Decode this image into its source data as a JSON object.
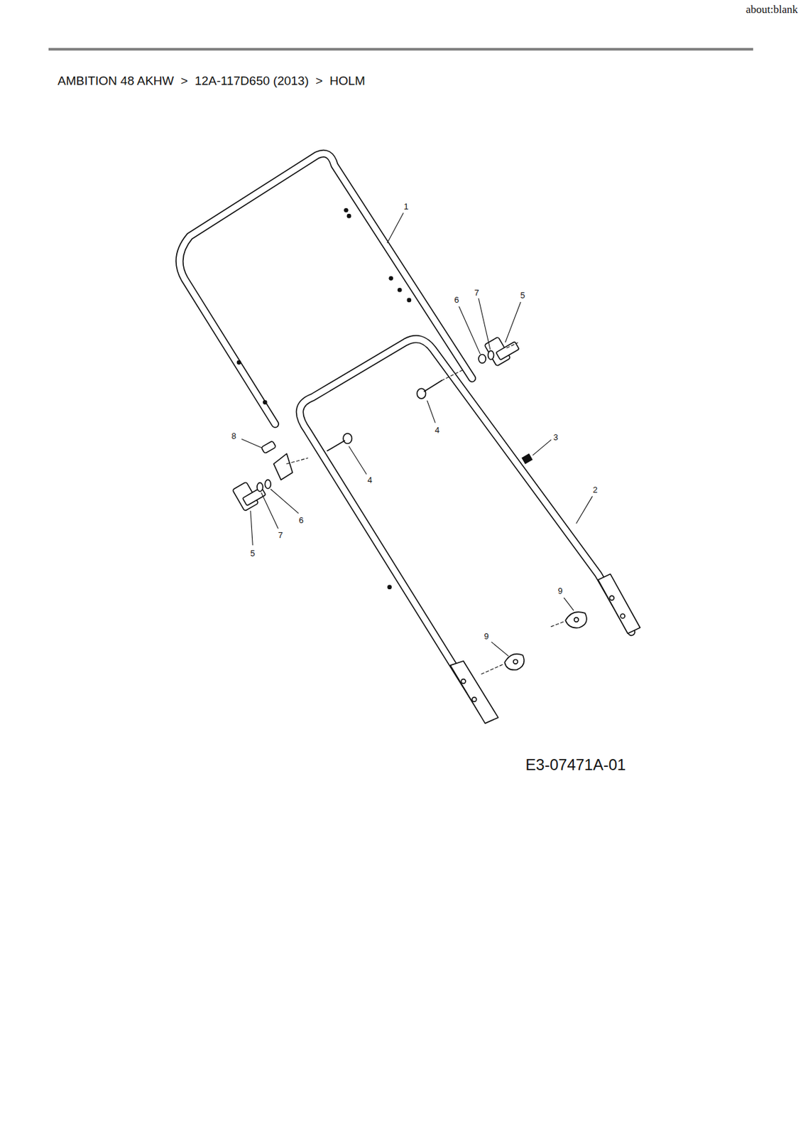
{
  "diagram": {
    "title": "AMBITION 48 AKHW  >  12A-117D650 (2013)  >  HOLM",
    "labels": [
      "about:blank",
      "1",
      "6",
      "7",
      "5",
      "4",
      "3",
      "8",
      "4",
      "2",
      "6",
      "7",
      "5",
      "9",
      "9",
      "E3-07471A-01"
    ]
  }
}
